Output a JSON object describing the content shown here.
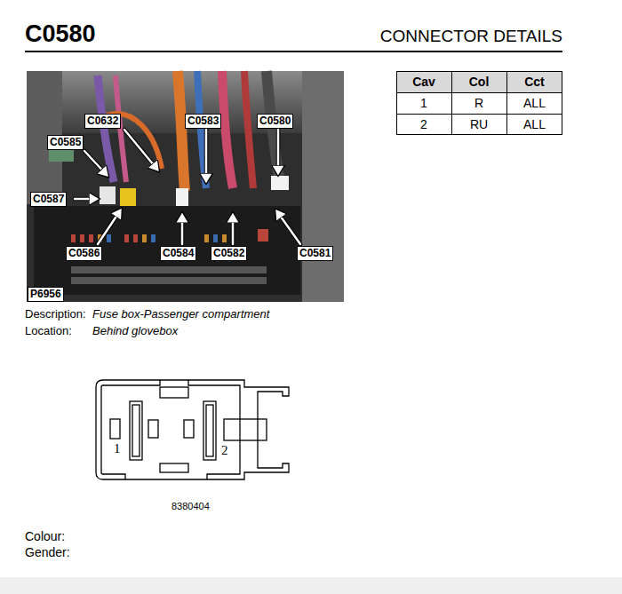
{
  "diagram": {
    "title": "C0580",
    "nodes": [
      {
        "text": [
          "C0632"
        ]
      },
      {
        "text": [
          "C0583"
        ]
      },
      {
        "text": [
          "C0580"
        ]
      },
      {
        "text": [
          "C0585"
        ]
      },
      {
        "text": [
          "C0587"
        ]
      },
      {
        "text": [
          "C0586"
        ]
      },
      {
        "text": [
          "C0584"
        ]
      },
      {
        "text": [
          "C0582"
        ]
      },
      {
        "text": [
          "C0581"
        ]
      },
      {
        "text": [
          "P6956"
        ]
      }
    ],
    "labels": [
      "CONNECTOR DETAILS",
      "Cav",
      "Col",
      "Cct",
      "1",
      "R",
      "ALL",
      "2",
      "RU",
      "ALL",
      "Description:",
      "Fuse box-Passenger compartment",
      "Location:",
      "Behind glovebox",
      "1",
      "2",
      "8380404",
      "Colour:",
      "Gender:"
    ]
  }
}
